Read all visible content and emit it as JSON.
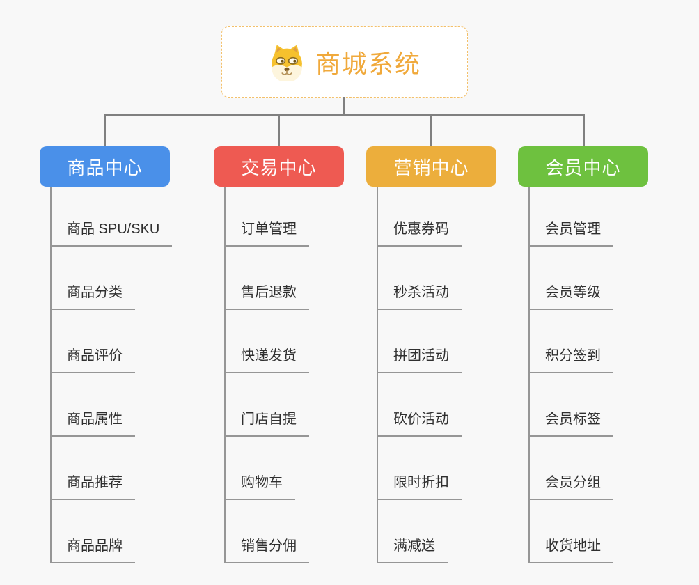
{
  "root": {
    "title": "商城系统",
    "icon": "dog-face-icon",
    "accent_color": "#f0a93b",
    "border_color": "#f3c06a"
  },
  "connector_color": "#808080",
  "leaf_line_color": "#969696",
  "branches": [
    {
      "label": "商品中心",
      "color": "#4a90e9",
      "items": [
        "商品 SPU/SKU",
        "商品分类",
        "商品评价",
        "商品属性",
        "商品推荐",
        "商品品牌"
      ]
    },
    {
      "label": "交易中心",
      "color": "#ee5a52",
      "items": [
        "订单管理",
        "售后退款",
        "快递发货",
        "门店自提",
        "购物车",
        "销售分佣"
      ]
    },
    {
      "label": "营销中心",
      "color": "#ecae3c",
      "items": [
        "优惠券码",
        "秒杀活动",
        "拼团活动",
        "砍价活动",
        "限时折扣",
        "满减送"
      ]
    },
    {
      "label": "会员中心",
      "color": "#6ec13f",
      "items": [
        "会员管理",
        "会员等级",
        "积分签到",
        "会员标签",
        "会员分组",
        "收货地址"
      ]
    }
  ]
}
